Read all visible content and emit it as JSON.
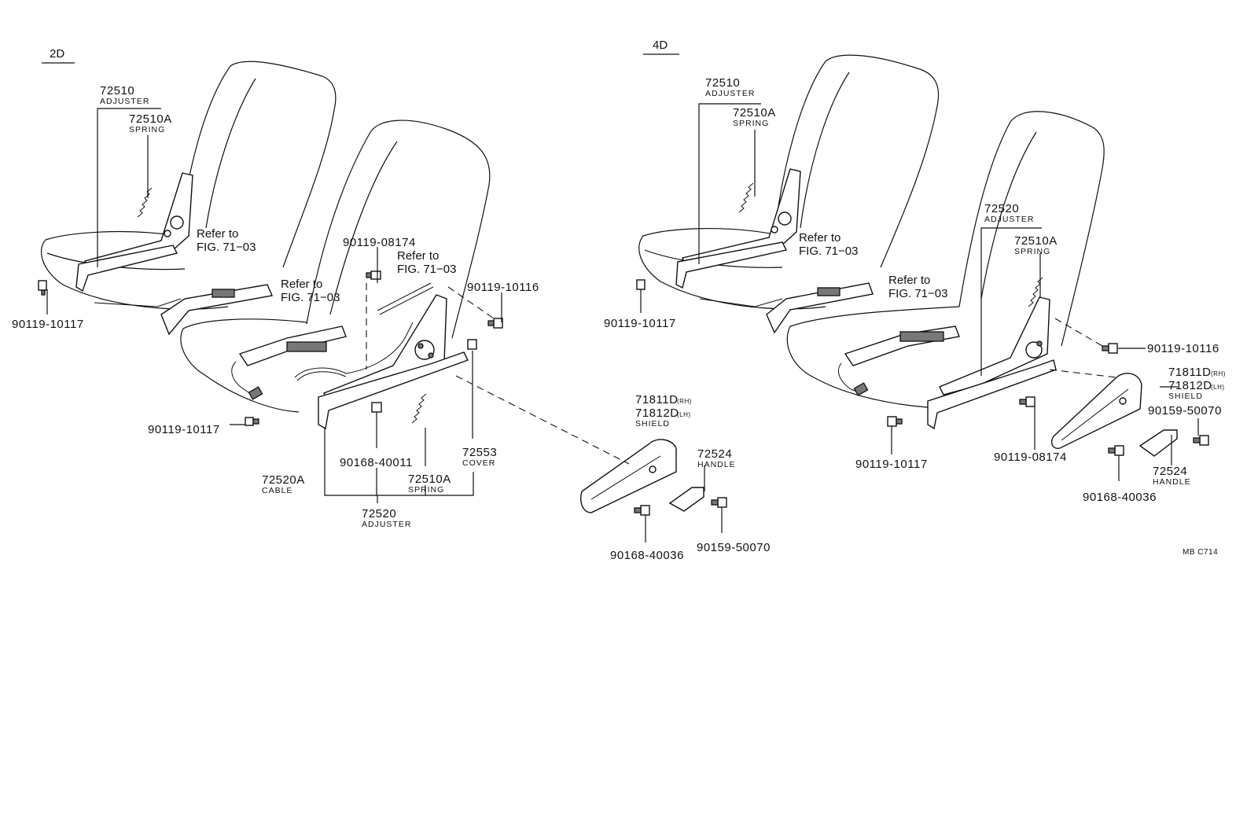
{
  "variants": {
    "d2": {
      "label": "2D"
    },
    "d4": {
      "label": "4D"
    }
  },
  "d2": {
    "adjuster_rear": {
      "num": "72510",
      "name": "ADJUSTER"
    },
    "spring_top": {
      "num": "72510A",
      "name": "SPRING"
    },
    "refer_a": {
      "line1": "Refer to",
      "line2": "FIG. 71−03"
    },
    "refer_b": {
      "line1": "Refer to",
      "line2": "FIG. 71−03"
    },
    "refer_c": {
      "line1": "Refer to",
      "line2": "FIG. 71−03"
    },
    "bolt_08174": "90119-08174",
    "bolt_10116": "90119-10116",
    "bolt_10117_a": "90119-10117",
    "bolt_10117_b": "90119-10117",
    "cable": {
      "num": "72520A",
      "name": "CABLE"
    },
    "screw_40011": "90168-40011",
    "spring_bottom": {
      "num": "72510A",
      "name": "SPRING"
    },
    "cover": {
      "num": "72553",
      "name": "COVER"
    },
    "adjuster_front": {
      "num": "72520",
      "name": "ADJUSTER"
    },
    "shield": {
      "num1": "71811D",
      "side1": "(RH)",
      "num2": "71812D",
      "side2": "(LH)",
      "name": "SHIELD"
    },
    "handle": {
      "num": "72524",
      "name": "HANDLE"
    },
    "screw_40036": "90168-40036",
    "bolt_50070": "90159-50070"
  },
  "d4": {
    "adjuster_rear": {
      "num": "72510",
      "name": "ADJUSTER"
    },
    "spring_top": {
      "num": "72510A",
      "name": "SPRING"
    },
    "refer_a": {
      "line1": "Refer to",
      "line2": "FIG. 71−03"
    },
    "refer_b": {
      "line1": "Refer to",
      "line2": "FIG. 71−03"
    },
    "bolt_10117_a": "90119-10117",
    "bolt_10117_b": "90119-10117",
    "adjuster_front": {
      "num": "72520",
      "name": "ADJUSTER"
    },
    "spring_right": {
      "num": "72510A",
      "name": "SPRING"
    },
    "bolt_10116": "90119-10116",
    "shield": {
      "num1": "71811D",
      "side1": "(RH)",
      "num2": "71812D",
      "side2": "(LH)",
      "name": "SHIELD"
    },
    "bolt_50070": "90159-50070",
    "bolt_08174": "90119-08174",
    "handle": {
      "num": "72524",
      "name": "HANDLE"
    },
    "screw_40036": "90168-40036"
  },
  "figure_code": "MB C714"
}
